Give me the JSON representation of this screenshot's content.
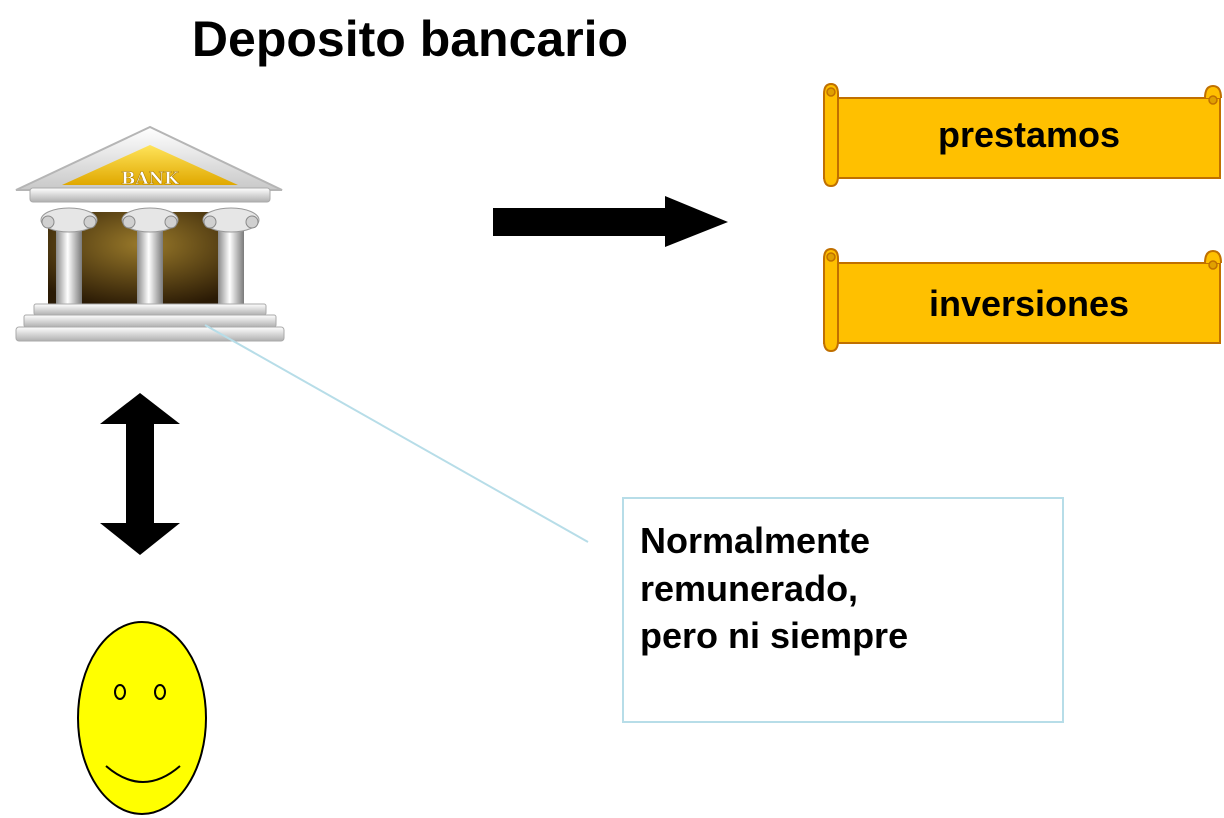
{
  "title": "Deposito bancario",
  "bank": {
    "sign": "BANK"
  },
  "scrolls": [
    {
      "label": "prestamos"
    },
    {
      "label": "inversiones"
    }
  ],
  "note": {
    "lines": [
      "Normalmente",
      "remunerado,",
      "pero ni siempre"
    ]
  },
  "colors": {
    "scroll_fill": "#FFC000",
    "scroll_stroke": "#C07000",
    "face_fill": "#FFFF00",
    "callout_line": "#B7DDE8",
    "arrow": "#000000"
  }
}
